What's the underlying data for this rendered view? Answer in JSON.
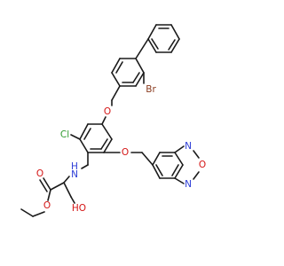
{
  "colors": {
    "bond": "#1a1a1a",
    "oxygen": "#d41414",
    "nitrogen": "#2a3bd6",
    "bromine": "#8a3b1f",
    "chlorine": "#2e9a2e"
  },
  "atoms": {
    "br": "Br",
    "cl": "Cl",
    "o_ether_top": "O",
    "o_ether_right": "O",
    "nh": "H",
    "n_amine": "N",
    "o_ester_carbonyl": "O",
    "o_ester": "O",
    "oh": "HO",
    "n_oxadiazole_top": "N",
    "o_oxadiazole": "O",
    "n_oxadiazole_bottom": "N"
  }
}
